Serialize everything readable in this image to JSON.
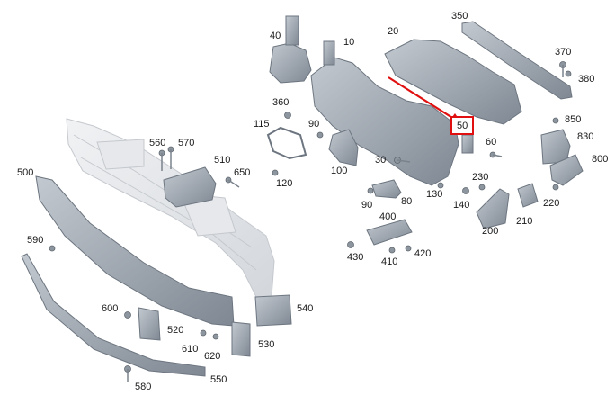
{
  "diagram": {
    "highlight_color": "#e01010",
    "part_fill": "#9aa3ad",
    "part_fill_light": "#d9dde2",
    "labels": [
      {
        "id": "10",
        "text": "10"
      },
      {
        "id": "20",
        "text": "20"
      },
      {
        "id": "30",
        "text": "30"
      },
      {
        "id": "40",
        "text": "40"
      },
      {
        "id": "50",
        "text": "50",
        "highlighted": true
      },
      {
        "id": "60",
        "text": "60"
      },
      {
        "id": "80",
        "text": "80"
      },
      {
        "id": "90a",
        "text": "90"
      },
      {
        "id": "90b",
        "text": "90"
      },
      {
        "id": "100",
        "text": "100"
      },
      {
        "id": "115",
        "text": "115"
      },
      {
        "id": "120",
        "text": "120"
      },
      {
        "id": "130",
        "text": "130"
      },
      {
        "id": "140",
        "text": "140"
      },
      {
        "id": "200",
        "text": "200"
      },
      {
        "id": "210",
        "text": "210"
      },
      {
        "id": "220",
        "text": "220"
      },
      {
        "id": "230",
        "text": "230"
      },
      {
        "id": "350",
        "text": "350"
      },
      {
        "id": "360",
        "text": "360"
      },
      {
        "id": "370",
        "text": "370"
      },
      {
        "id": "380",
        "text": "380"
      },
      {
        "id": "400",
        "text": "400"
      },
      {
        "id": "410",
        "text": "410"
      },
      {
        "id": "420",
        "text": "420"
      },
      {
        "id": "430",
        "text": "430"
      },
      {
        "id": "500",
        "text": "500"
      },
      {
        "id": "510",
        "text": "510"
      },
      {
        "id": "520",
        "text": "520"
      },
      {
        "id": "530",
        "text": "530"
      },
      {
        "id": "540",
        "text": "540"
      },
      {
        "id": "550",
        "text": "550"
      },
      {
        "id": "560",
        "text": "560"
      },
      {
        "id": "570",
        "text": "570"
      },
      {
        "id": "580",
        "text": "580"
      },
      {
        "id": "590",
        "text": "590"
      },
      {
        "id": "600",
        "text": "600"
      },
      {
        "id": "610",
        "text": "610"
      },
      {
        "id": "620",
        "text": "620"
      },
      {
        "id": "650",
        "text": "650"
      },
      {
        "id": "800",
        "text": "800"
      },
      {
        "id": "830",
        "text": "830"
      },
      {
        "id": "850",
        "text": "850"
      }
    ]
  }
}
